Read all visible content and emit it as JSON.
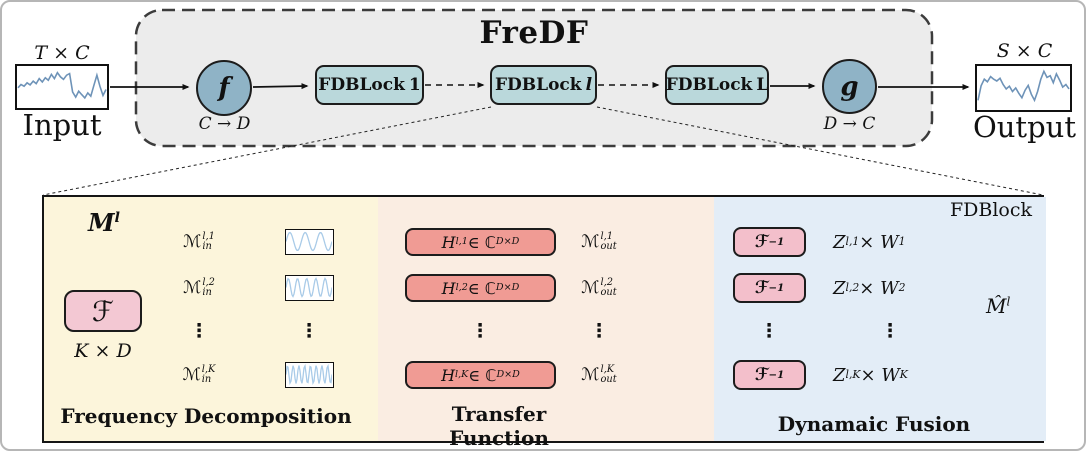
{
  "title": "FreDF",
  "pipeline": {
    "input": {
      "dims": "T × C",
      "label": "Input"
    },
    "output": {
      "dims": "S × C",
      "label": "Output"
    },
    "f": {
      "symbol": "f",
      "mapping": "C → D"
    },
    "g": {
      "symbol": "g",
      "mapping": "D → C"
    },
    "blocks": [
      {
        "name": "FDBLock",
        "index": "1",
        "index_style": "normal"
      },
      {
        "name": "FDBLock",
        "index": "l",
        "index_style": "italic"
      },
      {
        "name": "FDBLock",
        "index": "L",
        "index_style": "normal"
      }
    ]
  },
  "fdblock": {
    "corner_title": "FDBlock",
    "ellipsis": "⋮",
    "decomposition": {
      "section_label": "Frequency Decomposition",
      "input_math": "M^{l}",
      "fourier": "ℱ",
      "dims": "K × D",
      "modes": [
        "ℳ_{in}^{l,1}",
        "ℳ_{in}^{l,2}",
        "ℳ_{in}^{l,K}"
      ],
      "wave_cycles": [
        3,
        5,
        8
      ]
    },
    "transfer": {
      "section_label": "Transfer Function",
      "filters": [
        "H^{l,1} ∈ ℂ^{D×D}",
        "H^{l,2} ∈ ℂ^{D×D}",
        "H^{l,K} ∈ ℂ^{D×D}"
      ],
      "outputs": [
        "ℳ_{out}^{l,1}",
        "ℳ_{out}^{l,2}",
        "ℳ_{out}^{l,K}"
      ]
    },
    "fusion": {
      "section_label": "Dynamaic Fusion",
      "inverse": "ℱ^{−1}",
      "terms": [
        "Z^{l,1} × W_{1}",
        "Z^{l,2} × W_{2}",
        "Z^{l,K} × W_{K}"
      ],
      "result": "M̂^{l}"
    }
  },
  "colors": {
    "container_bg": "#ececec",
    "block_fill": "#bad8db",
    "circle_fill": "#8fb3c6",
    "fourier_fill": "#f3c8d3",
    "filter_fill": "#f09b94",
    "inverse_fill": "#f3bfcb",
    "decomp_bg": "#fcf5db",
    "transfer_bg": "#faede2",
    "fusion_bg": "#e3edf7",
    "wave_stroke": "#a9cbe8",
    "series_stroke": "#6e93b8"
  },
  "series": {
    "input": [
      52,
      44,
      48,
      40,
      45,
      36,
      42,
      30,
      38,
      28,
      34,
      20,
      30,
      16,
      26,
      32,
      22,
      18,
      62,
      74,
      60,
      68,
      76,
      64,
      72,
      46,
      22,
      48,
      70,
      56
    ],
    "output": [
      78,
      45,
      30,
      36,
      24,
      30,
      34,
      28,
      42,
      52,
      46,
      58,
      50,
      62,
      72,
      55,
      44,
      64,
      78,
      58,
      30,
      12,
      26,
      22,
      38,
      18,
      32,
      48,
      42,
      52
    ]
  }
}
